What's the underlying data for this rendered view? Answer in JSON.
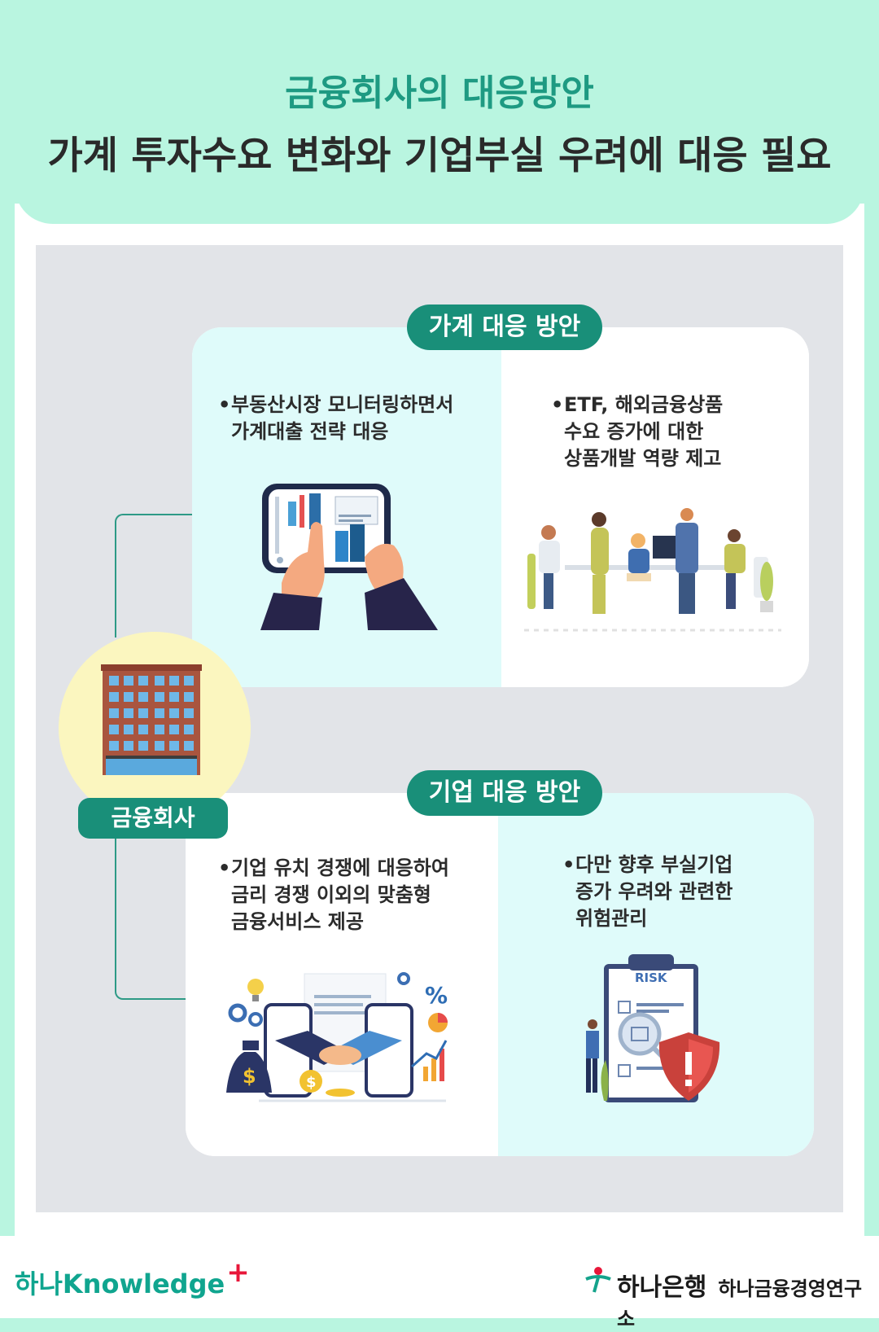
{
  "header": {
    "title": "금융회사의 대응방안",
    "subtitle": "가계 투자수요 변화와 기업부실 우려에 대응 필요"
  },
  "center": {
    "label": "금융회사"
  },
  "household": {
    "pill": "가계 대응 방안",
    "left_lines": [
      "부동산시장 모니터링하면서",
      "가계대출 전략 대응"
    ],
    "right_lines": [
      "ETF, 해외금융상품",
      "수요 증가에 대한",
      "상품개발 역량 제고"
    ]
  },
  "corporate": {
    "pill": "기업 대응 방안",
    "left_lines": [
      "기업 유치 경쟁에 대응하여",
      "금리 경쟁 이외의 맞춤형",
      "금융서비스 제공"
    ],
    "right_lines": [
      "다만 향후 부실기업",
      "증가 우려와  관련한",
      "위험관리"
    ],
    "risk_label": "RISK",
    "percent_label": "%",
    "dollar_label": "$"
  },
  "footer": {
    "left_logo": "하나Knowledge",
    "left_logo_plus": "+",
    "right_logo": "하나은행",
    "right_logo_sub": "하나금융경영연구소"
  },
  "colors": {
    "accent": "#198f79",
    "mint": "#b9f5e0",
    "card_tint": "#dffbfa",
    "panel": "#e2e4e8"
  },
  "icons": [
    "building-icon",
    "tablet-hands-icon",
    "team-meeting-icon",
    "handshake-icon",
    "risk-clipboard-icon",
    "hana-logo-icon"
  ]
}
